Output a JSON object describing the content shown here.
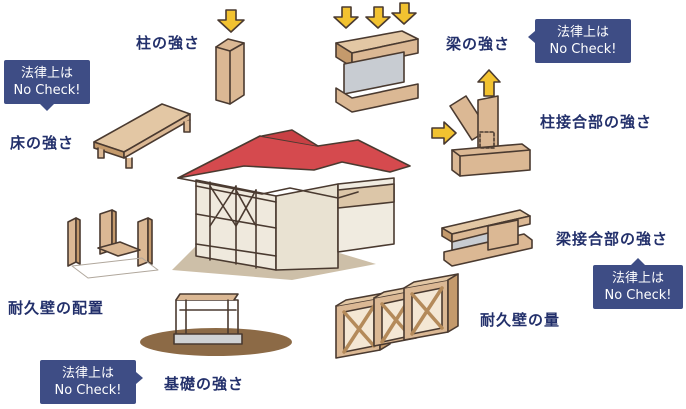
{
  "labels": {
    "pillar_strength": "柱の強さ",
    "beam_strength": "梁の強さ",
    "floor_strength": "床の強さ",
    "column_joint_strength": "柱接合部の強さ",
    "beam_joint_strength": "梁接合部の強さ",
    "shear_wall_layout": "耐久壁の配置",
    "shear_wall_amount": "耐久壁の量",
    "foundation_strength": "基礎の強さ"
  },
  "badge": {
    "line1": "法律上は",
    "line2": "No Check!"
  },
  "colors": {
    "label_text": "#23306b",
    "badge_bg": "#3e4d85",
    "wood": "#dbb894",
    "wood_dark": "#c49a6c",
    "roof": "#d54a4e",
    "arrow": "#f2c230",
    "steel": "#c8ccd2"
  }
}
